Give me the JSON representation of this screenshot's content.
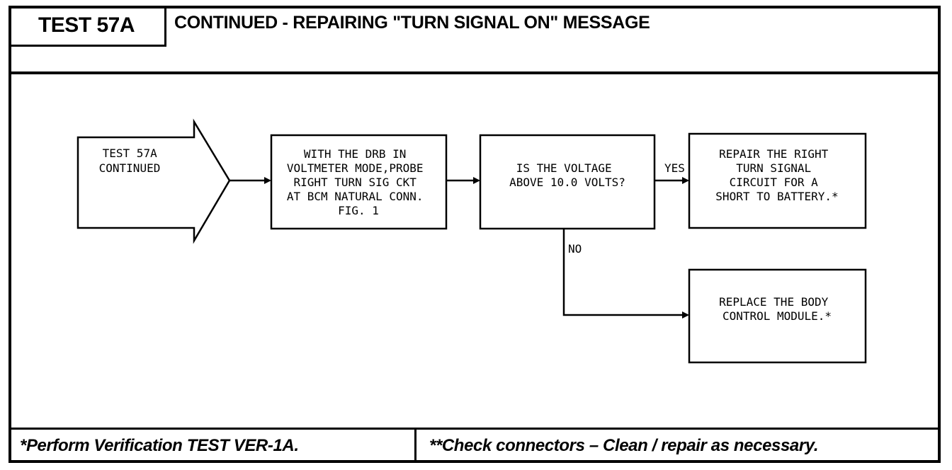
{
  "header": {
    "test_id": "TEST 57A",
    "title": "CONTINUED - REPAIRING \"TURN SIGNAL ON\" MESSAGE"
  },
  "flow": {
    "start": [
      "TEST 57A",
      "CONTINUED"
    ],
    "step1": [
      "WITH THE DRB IN",
      "VOLTMETER MODE,PROBE",
      "RIGHT TURN SIG CKT",
      "AT BCM NATURAL CONN.",
      "FIG. 1"
    ],
    "question": [
      "IS THE VOLTAGE",
      "ABOVE 10.0 VOLTS?"
    ],
    "yes_label": "YES",
    "no_label": "NO",
    "yes_result": [
      "REPAIR THE RIGHT",
      "TURN SIGNAL",
      "CIRCUIT FOR A",
      "SHORT TO BATTERY.*"
    ],
    "no_result": [
      "REPLACE THE BODY",
      "CONTROL MODULE.*"
    ]
  },
  "footer": {
    "left": "*Perform Verification TEST VER-1A.",
    "right": "**Check connectors – Clean / repair as necessary."
  }
}
